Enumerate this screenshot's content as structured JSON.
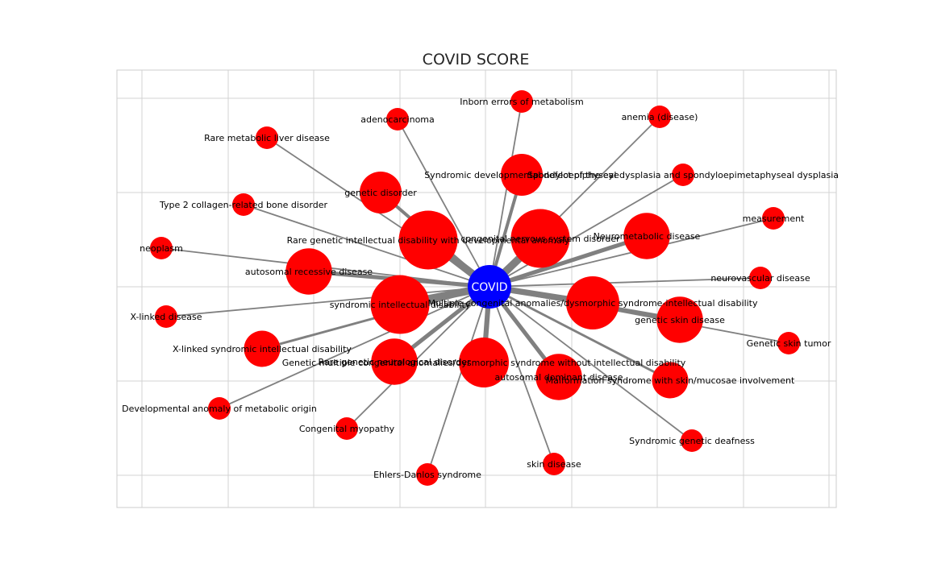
{
  "chart_data": {
    "type": "network",
    "title": "COVID SCORE",
    "grid": true,
    "colors": {
      "center_node": "#0000ff",
      "nodes": "#ff0000",
      "edges": "#808080",
      "grid": "#d3d3d3"
    },
    "center": {
      "label": "COVID"
    },
    "nodes": [
      {
        "label": "Inborn errors of metabolism",
        "weight": 1
      },
      {
        "label": "adenocarcinoma",
        "weight": 1
      },
      {
        "label": "anemia (disease)",
        "weight": 1
      },
      {
        "label": "Rare metabolic liver disease",
        "weight": 1
      },
      {
        "label": "Syndromic developmental defect of the eye",
        "weight": 3
      },
      {
        "label": "Spondyloepiphyseal dysplasia and spondyloepimetaphyseal dysplasia",
        "weight": 1
      },
      {
        "label": "genetic disorder",
        "weight": 3
      },
      {
        "label": "Type 2 collagen-related bone disorder",
        "weight": 1
      },
      {
        "label": "measurement",
        "weight": 1
      },
      {
        "label": "congenital nervous system disorder",
        "weight": 8
      },
      {
        "label": "Rare genetic intellectual disability with developmental anomaly",
        "weight": 8
      },
      {
        "label": "Neurometabolic disease",
        "weight": 4
      },
      {
        "label": "neoplasm",
        "weight": 1
      },
      {
        "label": "autosomal recessive disease",
        "weight": 4
      },
      {
        "label": "neurovascular disease",
        "weight": 1
      },
      {
        "label": "Multiple congenital anomalies/dysmorphic syndrome-intellectual disability",
        "weight": 6
      },
      {
        "label": "syndromic intellectual disability",
        "weight": 8
      },
      {
        "label": "X-linked disease",
        "weight": 1
      },
      {
        "label": "genetic skin disease",
        "weight": 4
      },
      {
        "label": "Genetic skin tumor",
        "weight": 1
      },
      {
        "label": "X-linked syndromic intellectual disability",
        "weight": 2
      },
      {
        "label": "Rare genetic neurological disorder",
        "weight": 4
      },
      {
        "label": "Genetic multiple congenital anomalies/dysmorphic syndrome without intellectual disability",
        "weight": 5
      },
      {
        "label": "autosomal dominant disease",
        "weight": 4
      },
      {
        "label": "Malformation syndrome with skin/mucosae involvement",
        "weight": 2
      },
      {
        "label": "Developmental anomaly of metabolic origin",
        "weight": 1
      },
      {
        "label": "Congenital myopathy",
        "weight": 1
      },
      {
        "label": "Syndromic genetic deafness",
        "weight": 1
      },
      {
        "label": "skin disease",
        "weight": 1
      },
      {
        "label": "Ehlers-Danlos syndrome",
        "weight": 1
      }
    ]
  }
}
